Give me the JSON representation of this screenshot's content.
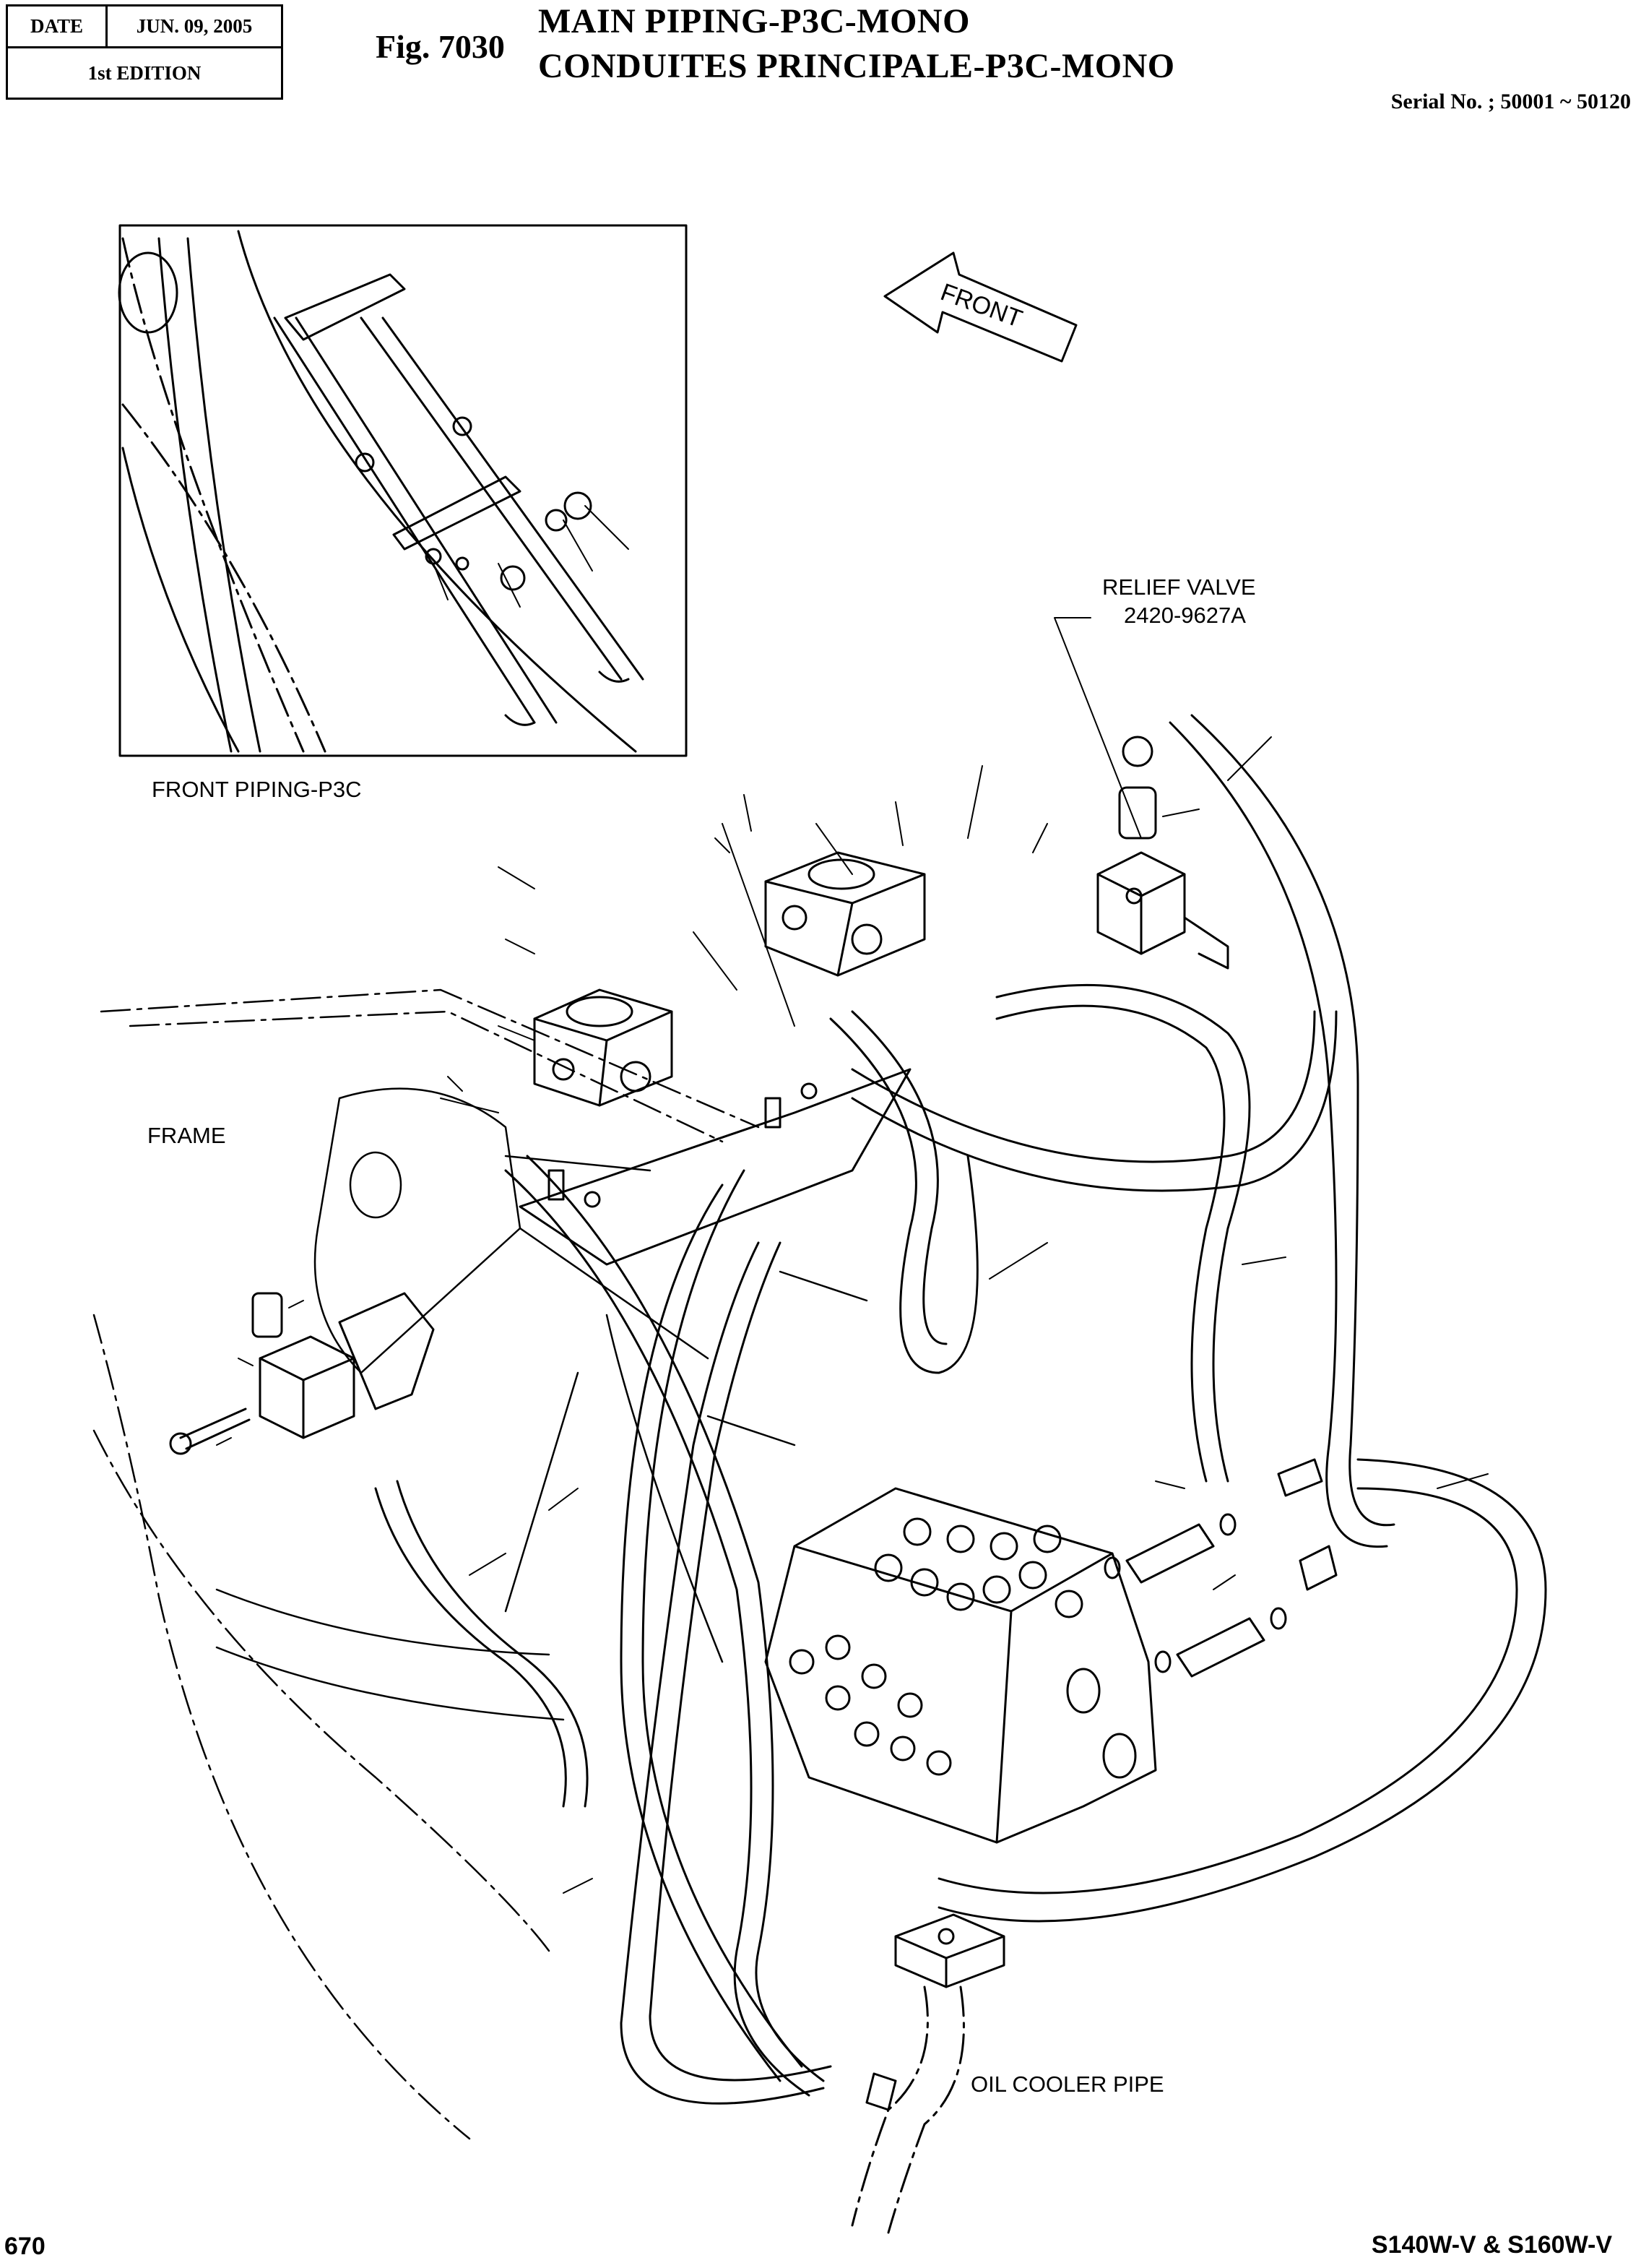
{
  "header": {
    "date_label": "DATE",
    "date_value": "JUN. 09, 2005",
    "edition": "1st EDITION",
    "figure_number": "Fig. 7030",
    "title_en": "MAIN PIPING-P3C-MONO",
    "title_fr": "CONDUITES PRINCIPALE-P3C-MONO",
    "serial": "Serial No. ; 50001 ~ 50120"
  },
  "diagram": {
    "front_arrow": "FRONT",
    "relief_valve_label": "RELIEF VALVE",
    "relief_valve_part": "2420-9627A",
    "inset_label": "FRONT PIPING-P3C",
    "frame_label": "FRAME",
    "oil_cooler_label": "OIL COOLER PIPE"
  },
  "footer": {
    "page_number": "670",
    "model": "S140W-V & S160W-V"
  }
}
